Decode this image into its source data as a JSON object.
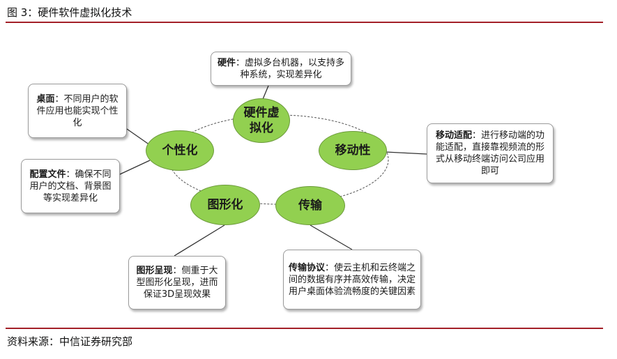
{
  "header": {
    "title": "图 3：硬件软件虚拟化技术"
  },
  "footer": {
    "source": "资料来源：中信证券研究部"
  },
  "colors": {
    "node_fill": "#92d050",
    "rule": "#a32028"
  },
  "nodes": {
    "hardware": "硬件虚拟化",
    "mobile": "移动性",
    "transport": "传输",
    "graphics": "图形化",
    "personal": "个性化"
  },
  "boxes": {
    "hardware": {
      "term": "硬件",
      "desc": "：虚拟多台机器，以支持多种系统，实现差异化"
    },
    "desktop": {
      "term": "桌面",
      "desc": "：不同用户的软件应用也能实现个性化"
    },
    "config": {
      "term": "配置文件",
      "desc": "：确保不同用户的文档、背景图等实现差异化"
    },
    "mobile": {
      "term": "移动适配",
      "desc": "：进行移动端的功能适配，直接靠视频流的形式从移动终端访问公司应用即可"
    },
    "graphics": {
      "term": "图形呈现",
      "desc": "：侧重于大型图形化呈现，进而保证3D呈现效果"
    },
    "transport": {
      "term": "传输协议",
      "desc": "：使云主机和云终端之间的数据有序并高效传输，决定用户桌面体验流畅度的关键因素"
    }
  }
}
